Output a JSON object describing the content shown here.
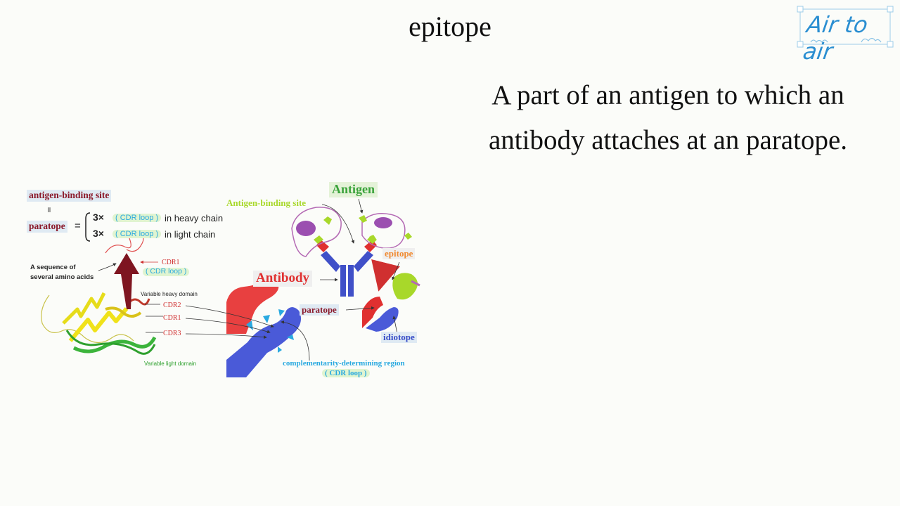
{
  "title": "epitope",
  "definition": {
    "line1": "A part of an antigen to which an",
    "line2": "antibody attaches at an paratope."
  },
  "logo": {
    "text": "Air to air",
    "icon": "cloud-logo-icon"
  },
  "diagram": {
    "formula": {
      "antigen_binding_site": "antigen-binding site",
      "equals_vertical": "॥",
      "paratope": "paratope",
      "equals": "=",
      "row1_mult": "3×",
      "row1_loop": "( CDR loop )",
      "row1_tail": "in heavy chain",
      "row2_mult": "3×",
      "row2_loop": "( CDR loop )",
      "row2_tail": "in light chain"
    },
    "labels": {
      "amino_line1": "A sequence of",
      "amino_line2": "several amino acids",
      "cdr1_top": "CDR1",
      "cdr1_loop": "( CDR loop )",
      "variable_heavy": "Variable heavy domain",
      "cdr2": "CDR2",
      "cdr1": "CDR1",
      "cdr3": "CDR3",
      "variable_light": "Variable light domain",
      "cdr_region_line1": "complementarity-determining region",
      "cdr_region_line2": "( CDR loop )",
      "antigen": "Antigen",
      "antigen_binding_site": "Antigen-binding site",
      "epitope": "epitope",
      "antibody": "Antibody",
      "paratope": "paratope",
      "idiotope": "idiotope"
    },
    "colors": {
      "dark_red": "#8b1a2b",
      "red": "#e03030",
      "blue": "#3a4fc8",
      "cyan": "#29a9e0",
      "lime": "#a8d82a",
      "purple": "#9b4fb0",
      "green_text": "#3aa33a"
    }
  }
}
